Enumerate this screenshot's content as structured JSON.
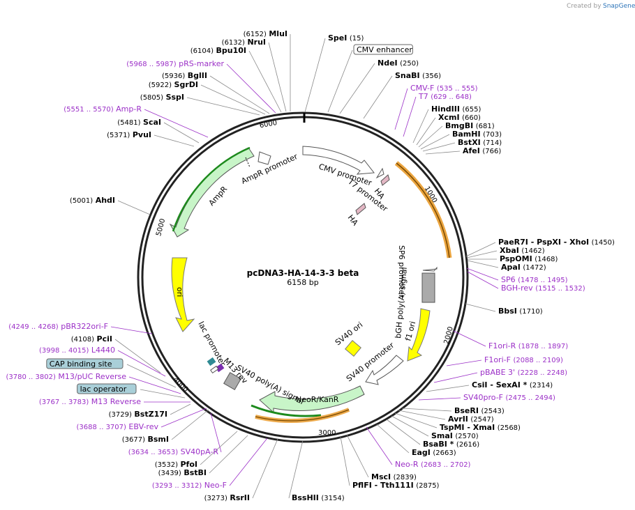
{
  "credit": {
    "text": "Created by",
    "brand": "SnapGene"
  },
  "plasmid": {
    "name": "pcDNA3-HA-14-3-3 beta",
    "size": "6158 bp"
  },
  "ticks": [
    "1000",
    "2000",
    "3000",
    "4000",
    "5000",
    "6000"
  ],
  "sites": [
    {
      "name": "MluI",
      "coord": "(6152)",
      "kind": "enzyme"
    },
    {
      "name": "NruI",
      "coord": "(6132)",
      "kind": "enzyme"
    },
    {
      "name": "Bpu10I",
      "coord": "(6104)",
      "kind": "enzyme"
    },
    {
      "name": "pRS-marker",
      "coord": "(5968 .. 5987)",
      "kind": "primer"
    },
    {
      "name": "BglII",
      "coord": "(5936)",
      "kind": "enzyme"
    },
    {
      "name": "SgrDI",
      "coord": "(5922)",
      "kind": "enzyme"
    },
    {
      "name": "SspI",
      "coord": "(5805)",
      "kind": "enzyme"
    },
    {
      "name": "Amp-R",
      "coord": "(5551 .. 5570)",
      "kind": "primer"
    },
    {
      "name": "ScaI",
      "coord": "(5481)",
      "kind": "enzyme"
    },
    {
      "name": "PvuI",
      "coord": "(5371)",
      "kind": "enzyme"
    },
    {
      "name": "AhdI",
      "coord": "(5001)",
      "kind": "enzyme"
    },
    {
      "name": "SpeI",
      "coord": "(15)",
      "kind": "enzyme"
    },
    {
      "name": "CMV enhancer",
      "coord": "",
      "kind": "boxed"
    },
    {
      "name": "NdeI",
      "coord": "(250)",
      "kind": "enzyme"
    },
    {
      "name": "SnaBI",
      "coord": "(356)",
      "kind": "enzyme"
    },
    {
      "name": "CMV-F",
      "coord": "(535 .. 555)",
      "kind": "primer"
    },
    {
      "name": "T7",
      "coord": "(629 .. 648)",
      "kind": "primer"
    },
    {
      "name": "HindIII",
      "coord": "(655)",
      "kind": "enzyme"
    },
    {
      "name": "XcmI",
      "coord": "(660)",
      "kind": "enzyme"
    },
    {
      "name": "BmgBI",
      "coord": "(681)",
      "kind": "enzyme"
    },
    {
      "name": "BamHI",
      "coord": "(703)",
      "kind": "enzyme"
    },
    {
      "name": "BstXI",
      "coord": "(714)",
      "kind": "enzyme"
    },
    {
      "name": "AfeI",
      "coord": "(766)",
      "kind": "enzyme"
    },
    {
      "name": "PaeR7I  - PspXI  - XhoI",
      "coord": "(1450)",
      "kind": "enzyme"
    },
    {
      "name": "XbaI",
      "coord": "(1462)",
      "kind": "enzyme"
    },
    {
      "name": "PspOMI",
      "coord": "(1468)",
      "kind": "enzyme"
    },
    {
      "name": "ApaI",
      "coord": "(1472)",
      "kind": "enzyme"
    },
    {
      "name": "SP6",
      "coord": "(1478 .. 1495)",
      "kind": "primer"
    },
    {
      "name": "BGH-rev",
      "coord": "(1515 .. 1532)",
      "kind": "primer"
    },
    {
      "name": "BbsI",
      "coord": "(1710)",
      "kind": "enzyme"
    },
    {
      "name": "F1ori-R",
      "coord": "(1878 .. 1897)",
      "kind": "primer"
    },
    {
      "name": "F1ori-F",
      "coord": "(2088 .. 2109)",
      "kind": "primer"
    },
    {
      "name": "pBABE 3'",
      "coord": "(2228 .. 2248)",
      "kind": "primer"
    },
    {
      "name": "CsiI  - SexAI *",
      "coord": "(2314)",
      "kind": "enzyme"
    },
    {
      "name": "SV40pro-F",
      "coord": "(2475 .. 2494)",
      "kind": "primer"
    },
    {
      "name": "BseRI",
      "coord": "(2543)",
      "kind": "enzyme"
    },
    {
      "name": "AvrII",
      "coord": "(2547)",
      "kind": "enzyme"
    },
    {
      "name": "TspMI  - XmaI",
      "coord": "(2568)",
      "kind": "enzyme"
    },
    {
      "name": "SmaI",
      "coord": "(2570)",
      "kind": "enzyme"
    },
    {
      "name": "BsaBI *",
      "coord": "(2616)",
      "kind": "enzyme"
    },
    {
      "name": "EagI",
      "coord": "(2663)",
      "kind": "enzyme"
    },
    {
      "name": "Neo-R",
      "coord": "(2683 .. 2702)",
      "kind": "primer"
    },
    {
      "name": "MscI",
      "coord": "(2839)",
      "kind": "enzyme"
    },
    {
      "name": "PflFI  - Tth111I",
      "coord": "(2875)",
      "kind": "enzyme"
    },
    {
      "name": "BssHII",
      "coord": "(3154)",
      "kind": "enzyme"
    },
    {
      "name": "RsrII",
      "coord": "(3273)",
      "kind": "enzyme"
    },
    {
      "name": "Neo-F",
      "coord": "(3293 .. 3312)",
      "kind": "primer"
    },
    {
      "name": "BstBI",
      "coord": "(3439)",
      "kind": "enzyme"
    },
    {
      "name": "PfoI",
      "coord": "(3532)",
      "kind": "enzyme"
    },
    {
      "name": "SV40pA-R",
      "coord": "(3634 .. 3653)",
      "kind": "primer"
    },
    {
      "name": "BsmI",
      "coord": "(3677)",
      "kind": "enzyme"
    },
    {
      "name": "EBV-rev",
      "coord": "(3688 .. 3707)",
      "kind": "primer"
    },
    {
      "name": "BstZ17I",
      "coord": "(3729)",
      "kind": "enzyme"
    },
    {
      "name": "M13 Reverse",
      "coord": "(3767 .. 3783)",
      "kind": "primer"
    },
    {
      "name": "lac operator",
      "coord": "",
      "kind": "boxed"
    },
    {
      "name": "M13/pUC Reverse",
      "coord": "(3780 .. 3802)",
      "kind": "primer"
    },
    {
      "name": "CAP binding site",
      "coord": "",
      "kind": "boxed"
    },
    {
      "name": "L4440",
      "coord": "(3998 .. 4015)",
      "kind": "primer"
    },
    {
      "name": "PciI",
      "coord": "(4108)",
      "kind": "enzyme"
    },
    {
      "name": "pBR322ori-F",
      "coord": "(4249 .. 4268)",
      "kind": "primer"
    }
  ],
  "features": [
    {
      "name": "CMV promoter"
    },
    {
      "name": "T7 promoter"
    },
    {
      "name": "HA"
    },
    {
      "name": "HA"
    },
    {
      "name": "SP6 promoter"
    },
    {
      "name": "bGH poly(A) signal"
    },
    {
      "name": "f1 ori"
    },
    {
      "name": "SV40 ori"
    },
    {
      "name": "SV40 promoter"
    },
    {
      "name": "NeoR/KanR"
    },
    {
      "name": "SV40 poly(A) signal"
    },
    {
      "name": "M13 rev"
    },
    {
      "name": "lac promoter"
    },
    {
      "name": "ori"
    },
    {
      "name": "AmpR"
    },
    {
      "name": "AmpR promoter"
    }
  ],
  "colors": {
    "enzyme": "#000000",
    "primer": "#9b2fc7",
    "box_fill": "#a9cfd8",
    "ampr": "#c8f5c8",
    "ori": "#ffff00",
    "orf_arc": "#f3a84b"
  }
}
